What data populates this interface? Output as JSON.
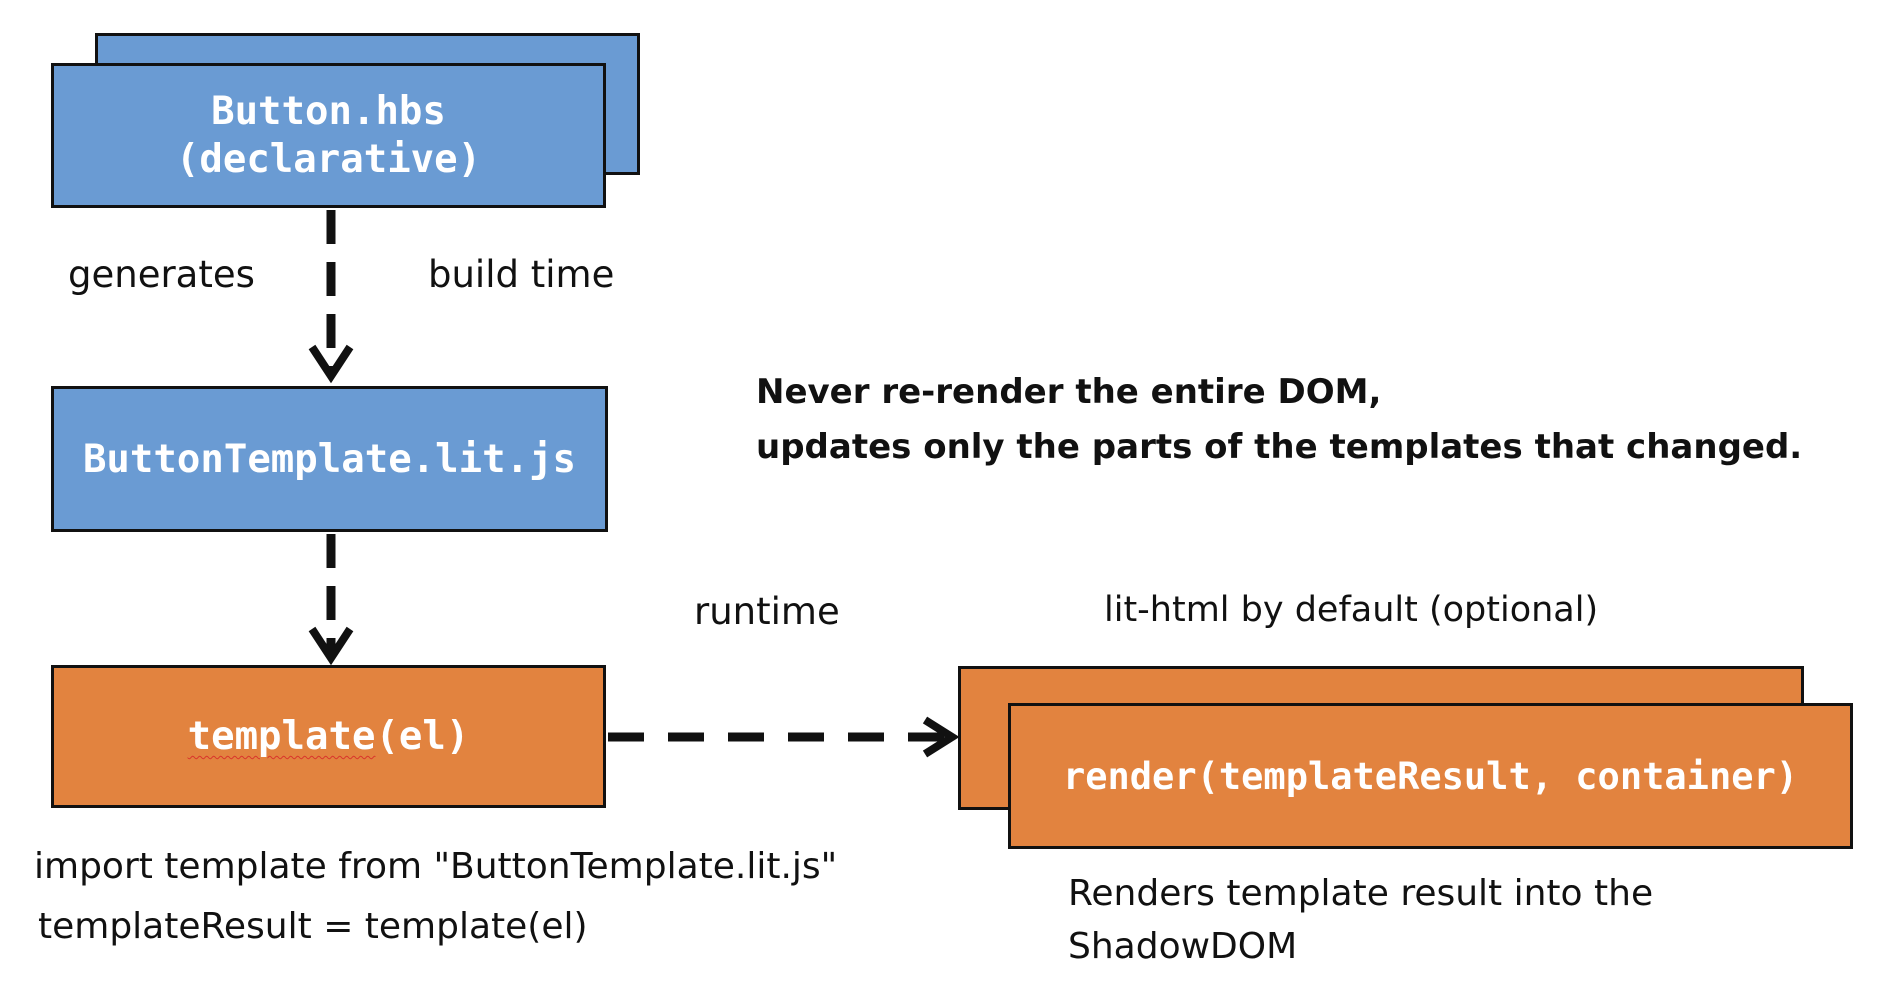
{
  "boxes": {
    "button_hbs": {
      "line1": "Button.hbs",
      "line2": "(declarative)"
    },
    "button_template": {
      "text": "ButtonTemplate.lit.js"
    },
    "template_fn": {
      "text_main": "template",
      "text_tail": "(el)"
    },
    "render": {
      "text": "render(templateResult, container)"
    }
  },
  "labels": {
    "generates": "generates",
    "build_time": "build time",
    "note_line1": "Never re-render the entire DOM,",
    "note_line2": "updates only the parts of the templates that changed.",
    "runtime": "runtime",
    "lit_html": "lit-html by default (optional)",
    "import_line": "import template from \"ButtonTemplate.lit.js\"",
    "template_result_line": "templateResult = template(el)",
    "renders_line1": "Renders template result into the",
    "renders_line2": "ShadowDOM"
  },
  "colors": {
    "blue_box": "#6a9bd3",
    "orange_box": "#e2833f",
    "border": "#111111",
    "box_text": "#ffffff"
  }
}
